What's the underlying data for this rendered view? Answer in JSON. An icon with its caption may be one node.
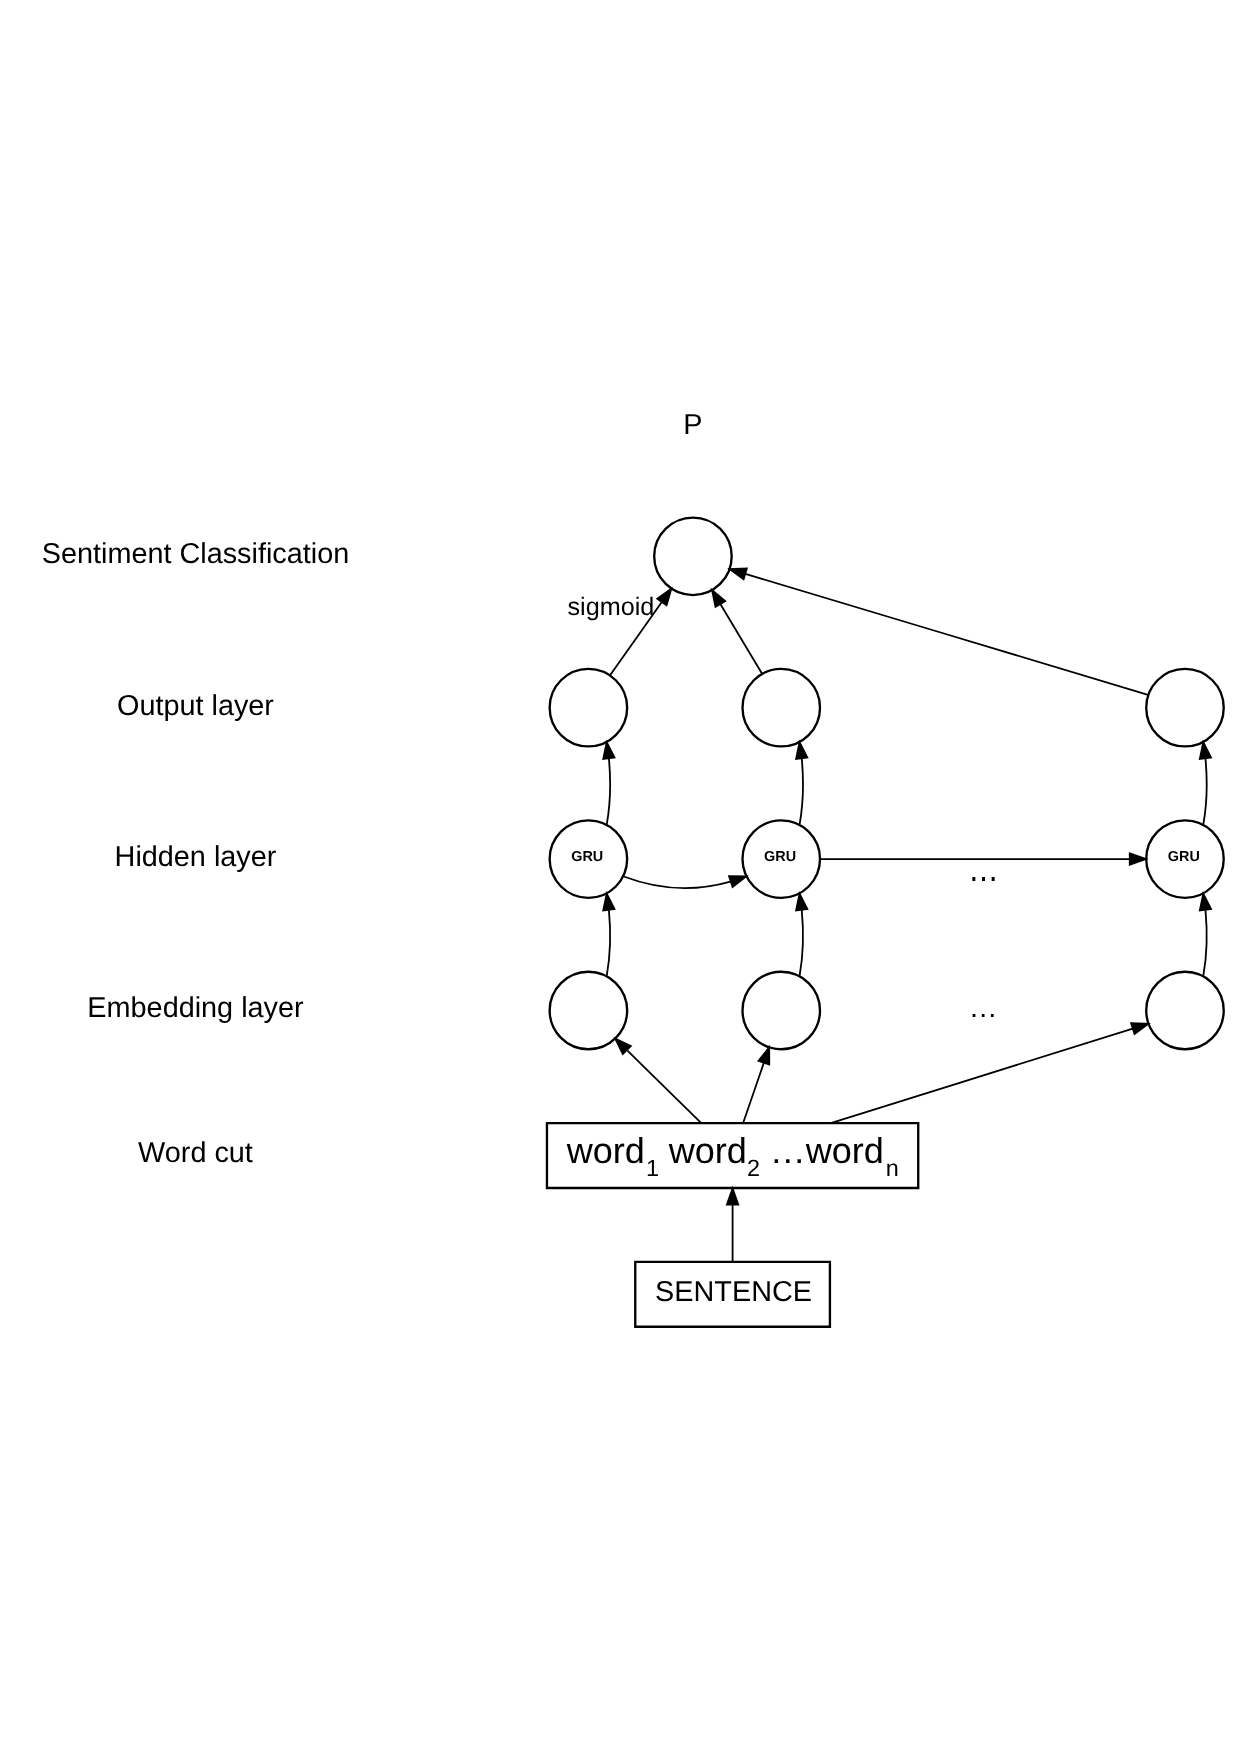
{
  "diagram": {
    "nodes": [
      {
        "text": [],
        "shape": "circle",
        "beside": [
          "P",
          "sigmoid"
        ]
      },
      {
        "text": [],
        "shape": "circle"
      },
      {
        "text": [],
        "shape": "circle"
      },
      {
        "text": [],
        "shape": "circle"
      },
      {
        "text": [
          "GRU"
        ]
      },
      {
        "text": [
          "GRU"
        ]
      },
      {
        "text": [
          "GRU"
        ]
      },
      {
        "text": [],
        "shape": "circle"
      },
      {
        "text": [],
        "shape": "circle"
      },
      {
        "text": [],
        "shape": "circle"
      },
      {
        "text": [
          "word$_{1}$ word$_{2}$ …word$_{n}$"
        ]
      },
      {
        "text": [
          "SENTENCE"
        ]
      }
    ],
    "edges": [
      {
        "from": 11,
        "to": 10,
        "arrow": "to"
      },
      {
        "from": 10,
        "to": 7,
        "arrow": "to"
      },
      {
        "from": 10,
        "to": 8,
        "arrow": "to"
      },
      {
        "from": 10,
        "to": 9,
        "arrow": "to"
      },
      {
        "from": 7,
        "to": 4,
        "arrow": "to"
      },
      {
        "from": 8,
        "to": 5,
        "arrow": "to"
      },
      {
        "from": 9,
        "to": 6,
        "arrow": "to"
      },
      {
        "from": 4,
        "to": 5,
        "arrow": "to"
      },
      {
        "from": 5,
        "to": 6,
        "arrow": "to",
        "label": "⋯"
      },
      {
        "from": 4,
        "to": 1,
        "arrow": "to"
      },
      {
        "from": 5,
        "to": 2,
        "arrow": "to"
      },
      {
        "from": 6,
        "to": 3,
        "arrow": "to"
      },
      {
        "from": 1,
        "to": 0,
        "arrow": "to"
      },
      {
        "from": 2,
        "to": 0,
        "arrow": "to"
      },
      {
        "from": 3,
        "to": 0,
        "arrow": "to"
      }
    ],
    "labels": [
      "Sentiment Classification",
      "Output layer",
      "Hidden layer",
      "Embedding layer",
      "…",
      "Word cut"
    ]
  }
}
